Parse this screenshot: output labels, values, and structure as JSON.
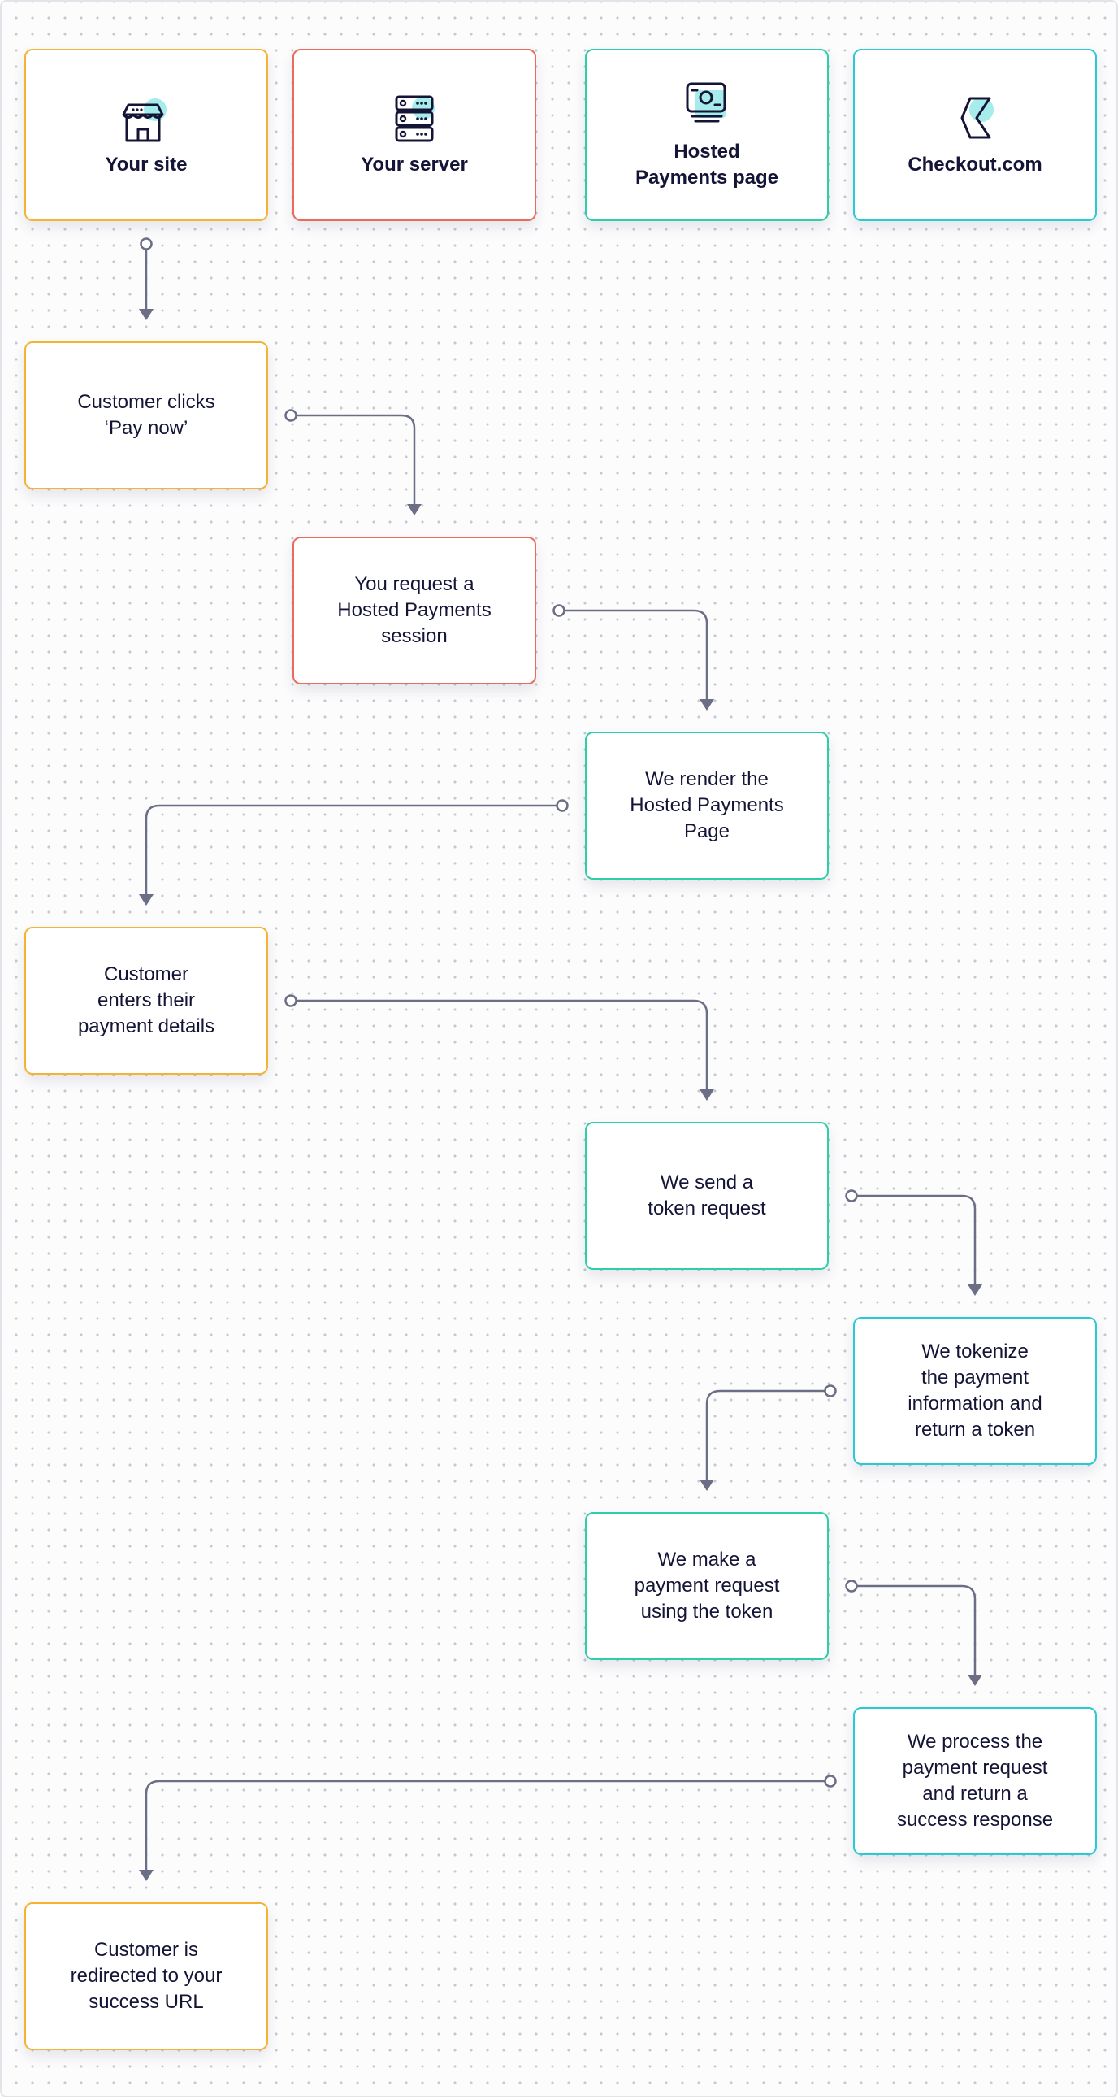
{
  "colors": {
    "your_site": "#f5b335",
    "your_server": "#ec6a5c",
    "hosted_payments_page": "#2ecfa8",
    "checkout_com": "#2ac9d6",
    "connector": "#6b6e85",
    "icon_accent": "#a6ecea",
    "text": "#141437"
  },
  "lanes": [
    {
      "label": "Your site",
      "icon": "storefront-icon"
    },
    {
      "label": "Your server",
      "icon": "server-icon"
    },
    {
      "label": "Hosted\nPayments page",
      "icon": "cash-icon"
    },
    {
      "label": "Checkout.com",
      "icon": "checkout-logo-icon"
    }
  ],
  "steps": [
    {
      "lane": 0,
      "label": "Customer clicks\n‘Pay now’"
    },
    {
      "lane": 1,
      "label": "You request a\nHosted Payments\nsession"
    },
    {
      "lane": 2,
      "label": "We render the\nHosted Payments\nPage"
    },
    {
      "lane": 0,
      "label": "Customer\nenters their\npayment details"
    },
    {
      "lane": 2,
      "label": "We send a\ntoken request"
    },
    {
      "lane": 3,
      "label": "We tokenize\nthe payment\ninformation and\nreturn a token"
    },
    {
      "lane": 2,
      "label": "We make a\npayment request\nusing the token"
    },
    {
      "lane": 3,
      "label": "We process the\npayment request\nand return a\nsuccess response"
    },
    {
      "lane": 0,
      "label": "Customer is\nredirected to your\nsuccess URL"
    }
  ]
}
